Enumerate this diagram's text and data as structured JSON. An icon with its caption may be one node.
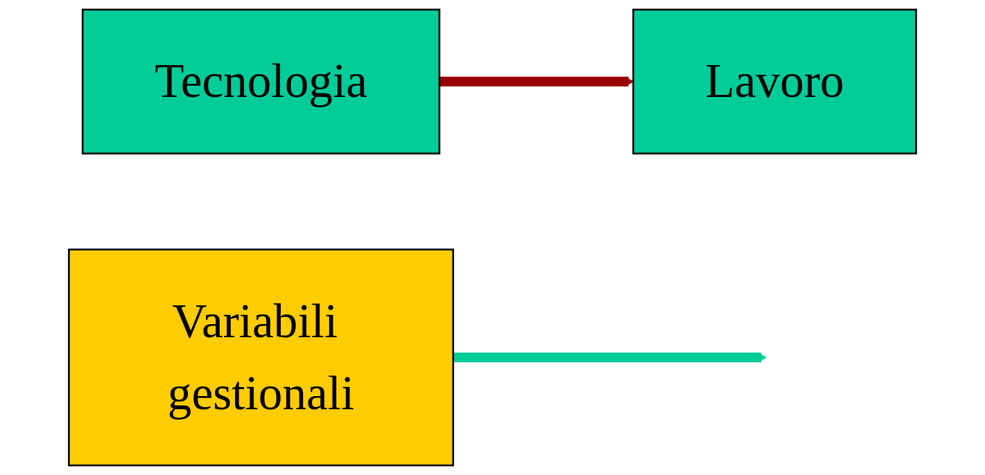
{
  "diagram": {
    "nodes": [
      {
        "text": [
          "Tecnologia"
        ]
      },
      {
        "text": [
          "Lavoro"
        ]
      },
      {
        "text": [
          "Variabili gestionali"
        ]
      }
    ],
    "edges": [
      {
        "from": 0,
        "to": 1,
        "arrow": "to",
        "color": "#990000"
      },
      {
        "from": 2,
        "to": null,
        "arrow": "to",
        "color": "#00cc99"
      }
    ]
  }
}
